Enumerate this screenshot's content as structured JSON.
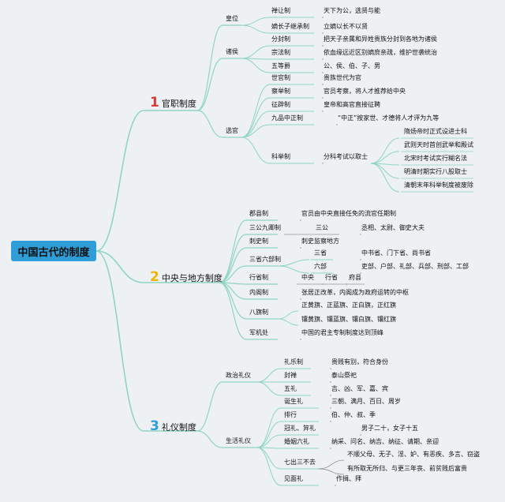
{
  "root": "中国古代的制度",
  "colors": {
    "background": "#eef1f3",
    "root_box": "#2f9ed8",
    "branch_line": "#8fd4c4",
    "num_1": "#d83a3a",
    "num_2": "#f0b400",
    "num_3": "#2f9ed8"
  },
  "branches": [
    {
      "num": "1",
      "label": "官职制度",
      "children": [
        {
          "label": "皇位",
          "children": [
            {
              "label": "禅让制",
              "text": "天下为公，选贤与能"
            },
            {
              "label": "嫡长子继承制",
              "text": "立嫡以长不以贤"
            }
          ]
        },
        {
          "label": "诸侯",
          "children": [
            {
              "label": "分封制",
              "text": "把天子亲属和异姓贵族分封到各地为诸侯"
            },
            {
              "label": "宗法制",
              "text": "依血缘远近区别嫡庶亲疏，维护世袭统治"
            },
            {
              "label": "五等爵",
              "text": "公、侯、伯、子、男"
            }
          ]
        },
        {
          "label": "选官",
          "children": [
            {
              "label": "世官制",
              "text": "贵族世代为官"
            },
            {
              "label": "察举制",
              "text": "官员考察，将人才推荐给中央"
            },
            {
              "label": "征辟制",
              "text": "皇帝和高官直接征聘"
            },
            {
              "label": "九品中正制",
              "text": "“中正”按家世、才德将人才评为九等"
            },
            {
              "label": "科举制",
              "text": "分科考试以取士",
              "children": [
                "隋炀帝时正式设进士科",
                "武则天时首创武举和殿试",
                "北宋时考试实行糊名法",
                "明清时期实行八股取士",
                "清朝末年科举制度被废除"
              ]
            }
          ]
        }
      ]
    },
    {
      "num": "2",
      "label": "中央与地方制度",
      "children": [
        {
          "label": "郡县制",
          "text": "官员由中央直接任免的流官任期制"
        },
        {
          "label": "三公九卿制",
          "text": "三公",
          "text2": "丞相、太尉、御史大夫"
        },
        {
          "label": "刺史制",
          "text": "刺史监察地方"
        },
        {
          "label": "三省六部制",
          "children": [
            {
              "label": "三省",
              "text": "中书省、门下省、尚书省"
            },
            {
              "label": "六部",
              "text": "吏部、户部、礼部、兵部、刑部、工部"
            }
          ]
        },
        {
          "label": "行省制",
          "text": "中央",
          "text2": "行省",
          "text3": "府县"
        },
        {
          "label": "内阁制",
          "text": "张居正改革，内阁成为政府运转的中枢"
        },
        {
          "label": "八旗制",
          "lines": [
            "正黄旗、正蓝旗、正白旗，正红旗",
            "镶黄旗、镶蓝旗、镶白旗、镶红旗"
          ]
        },
        {
          "label": "军机处",
          "text": "中国的君主专制制度达到顶峰"
        }
      ]
    },
    {
      "num": "3",
      "label": "礼仪制度",
      "children": [
        {
          "label": "政治礼仪",
          "children": [
            {
              "label": "礼乐制",
              "text": "贵贱有别，符合身份"
            },
            {
              "label": "封禅",
              "text": "泰山祭祀"
            },
            {
              "label": "五礼",
              "text": "吉、凶、军、嘉、宾"
            }
          ]
        },
        {
          "label": "生活礼仪",
          "children": [
            {
              "label": "诞生礼",
              "text": "三朝、满月、百日、周岁"
            },
            {
              "label": "排行",
              "text": "伯、仲、叔、季"
            },
            {
              "label": "冠礼、笄礼",
              "text": "男子二十，女子十五"
            },
            {
              "label": "婚姻六礼",
              "text": "纳采、问名、纳吉、纳征、请期、亲迎"
            },
            {
              "label": "七出三不去",
              "lines": [
                "不顺父母、无子、淫、妒、有恶疾、多言、窃盗",
                "有所取无所归、与更三年丧、前贫贱后富贵"
              ]
            },
            {
              "label": "见面礼",
              "text": "作揖、拜"
            }
          ]
        }
      ]
    }
  ]
}
